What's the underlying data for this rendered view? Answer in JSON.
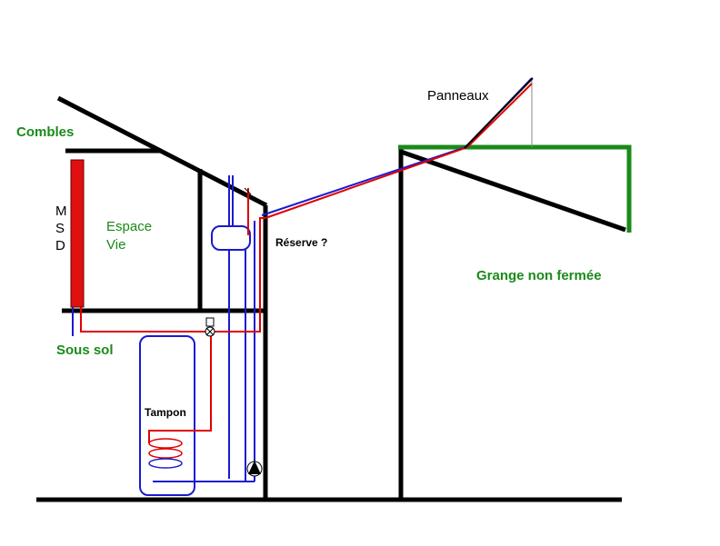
{
  "labels": {
    "combles": "Combles",
    "msd_m": "M",
    "msd_s": "S",
    "msd_d": "D",
    "espace": "Espace",
    "vie": "Vie",
    "reserve": "Réserve ?",
    "panneaux": "Panneaux",
    "grange": "Grange non fermée",
    "sous_sol": "Sous sol",
    "tampon": "Tampon"
  },
  "colors": {
    "structure": "#000000",
    "hot_pipe": "#e00000",
    "cold_pipe": "#1a1ad0",
    "green": "#1a8a1a",
    "heater": "#e01010"
  }
}
